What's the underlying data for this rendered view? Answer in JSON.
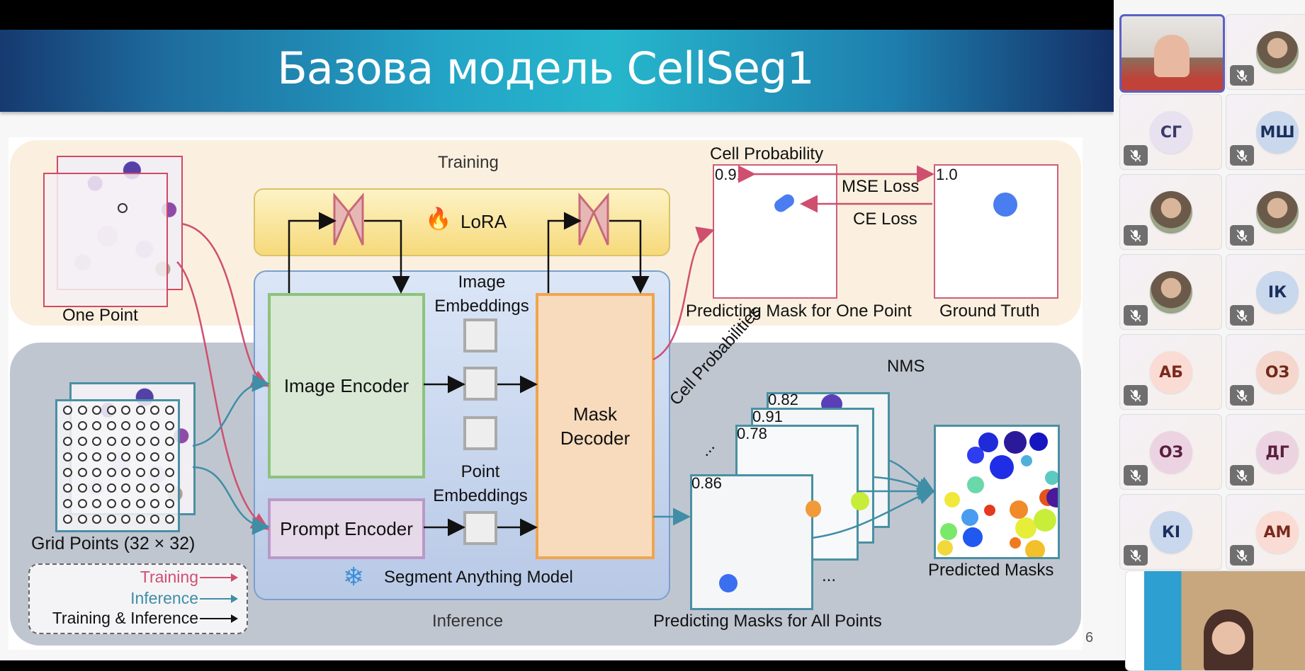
{
  "slide": {
    "title": "Базова модель CellSeg1",
    "page_number": "6",
    "figure": {
      "panel_training_label": "Training",
      "panel_inference_label": "Inference",
      "lora_label": "LoRA",
      "sam_label": "Segment Anything Model",
      "image_encoder_label": "Image Encoder",
      "prompt_encoder_label": "Prompt Encoder",
      "mask_decoder_label": "Mask Decoder",
      "image_embeddings_label": "Image Embeddings",
      "point_embeddings_label": "Point Embeddings",
      "one_point_label": "One Point",
      "grid_points_label": "Grid Points (32 × 32)",
      "cell_probability_label": "Cell Probability",
      "predicted_prob": "0.91",
      "ground_truth_prob": "1.0",
      "mse_loss_label": "MSE Loss",
      "ce_loss_label": "CE Loss",
      "predicting_one_label": "Predicting Mask for One Point",
      "ground_truth_label": "Ground Truth",
      "cell_probabilities_label": "Cell Probabilities",
      "ellipsis": "...",
      "nms_label": "NMS",
      "mask_probs": [
        "0.82",
        "0.91",
        "0.78",
        "0.86"
      ],
      "predicting_all_label": "Predicting Masks for All Points",
      "predicted_masks_label": "Predicted Masks",
      "legend": {
        "training": "Training",
        "inference": "Inference",
        "both": "Training & Inference"
      },
      "colors": {
        "training": "#cf4f6f",
        "inference": "#3f8ea6",
        "both": "#111111"
      }
    }
  },
  "participants": [
    {
      "type": "video",
      "name": "active-speaker",
      "active": true,
      "muted": false
    },
    {
      "type": "photo",
      "initials": "",
      "muted": true
    },
    {
      "type": "initials",
      "initials": "СГ",
      "bg": "#e7e1f0",
      "fg": "#3a3a66",
      "muted": true
    },
    {
      "type": "initials",
      "initials": "МШ",
      "bg": "#c9d8ec",
      "fg": "#1b2f5e",
      "muted": true
    },
    {
      "type": "photo",
      "initials": "",
      "muted": true
    },
    {
      "type": "photo",
      "initials": "",
      "muted": true
    },
    {
      "type": "photo",
      "initials": "",
      "muted": true
    },
    {
      "type": "initials",
      "initials": "ІК",
      "bg": "#c9d8ec",
      "fg": "#1b2f5e",
      "muted": true
    },
    {
      "type": "initials",
      "initials": "АБ",
      "bg": "#fbdcd4",
      "fg": "#7a2a1c",
      "muted": true
    },
    {
      "type": "initials",
      "initials": "ОЗ",
      "bg": "#f4d6cc",
      "fg": "#6e2a1a",
      "muted": true
    },
    {
      "type": "initials",
      "initials": "ОЗ",
      "bg": "#ecd3e2",
      "fg": "#5a1f3f",
      "muted": true
    },
    {
      "type": "initials",
      "initials": "ДГ",
      "bg": "#ecd3e2",
      "fg": "#5a1f3f",
      "muted": true
    },
    {
      "type": "initials",
      "initials": "КІ",
      "bg": "#c9d8ec",
      "fg": "#1b2f5e",
      "muted": true
    },
    {
      "type": "initials",
      "initials": "АМ",
      "bg": "#fbdcd4",
      "fg": "#7a2a1c",
      "muted": true
    }
  ]
}
